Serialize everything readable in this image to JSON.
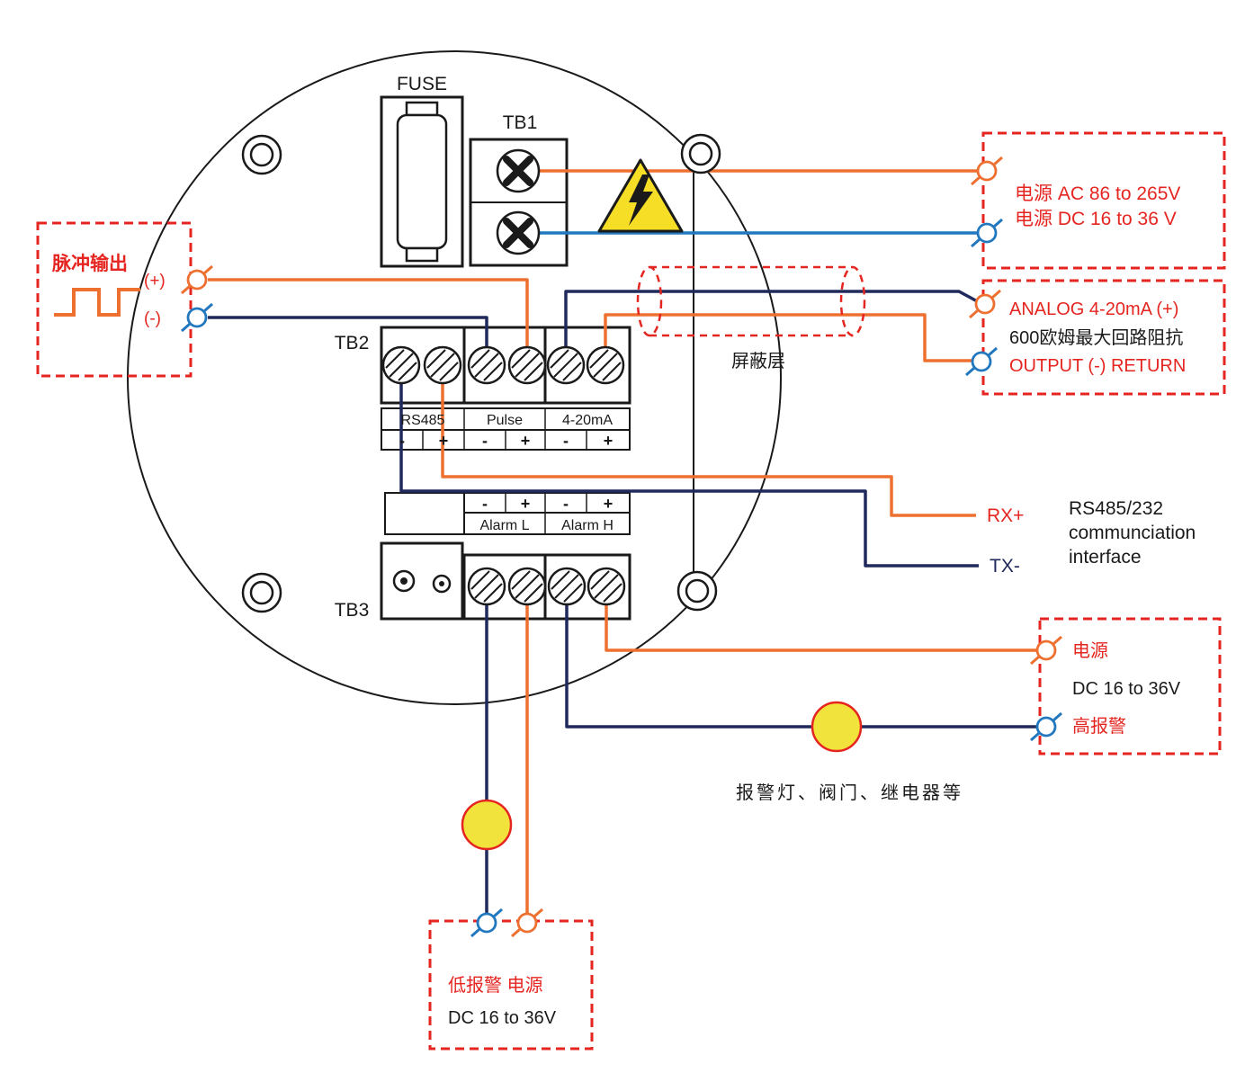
{
  "device": {
    "fuse_label": "FUSE",
    "tb1_label": "TB1",
    "tb2_label": "TB2",
    "tb3_label": "TB3",
    "tb2_strip": {
      "groups": [
        "RS485",
        "Pulse",
        "4-20mA"
      ],
      "polarity": [
        "-",
        "+",
        "-",
        "+",
        "-",
        "+"
      ]
    },
    "alarm_strip": {
      "polarity": [
        "-",
        "+",
        "-",
        "+"
      ],
      "groups": [
        "Alarm L",
        "Alarm H"
      ]
    }
  },
  "annotations": {
    "pulse_box": {
      "title": "脉冲输出",
      "plus": "(+)",
      "minus": "(-)"
    },
    "power_box": {
      "ac": "电源 AC 86 to 265V",
      "dc": "电源 DC 16 to 36 V"
    },
    "analog_box": {
      "line1": "ANALOG 4-20mA (+)",
      "line2": "600欧姆最大回路阻抗",
      "line3": "OUTPUT (-) RETURN"
    },
    "shield_label": "屏蔽层",
    "comms": {
      "rx": "RX+",
      "tx": "TX-",
      "line1": "RS485/232",
      "line2": "communciation",
      "line3": "interface"
    },
    "high_alarm_box": {
      "power": "电源",
      "voltage": "DC 16 to 36V",
      "alarm": "高报警"
    },
    "load_caption": "报警灯、阀门、继电器等",
    "low_alarm_box": {
      "title": "低报警 电源",
      "voltage": "DC 16 to 36V"
    }
  },
  "icons": {
    "high_voltage_warning": "lightning-triangle",
    "alarm_lamp": "yellow-circle",
    "terminal_connector": "circle-slash",
    "pulse_waveform": "square-wave",
    "screw_terminal": "hatched-screw",
    "phillips_screw": "cross-screw"
  },
  "colors": {
    "wire_orange": "#EE7031",
    "wire_blue": "#2278BE",
    "wire_navy": "#20295C",
    "annotation_red": "#E52520",
    "lamp_yellow": "#F2E23C",
    "warning_yellow": "#F6DE26"
  }
}
